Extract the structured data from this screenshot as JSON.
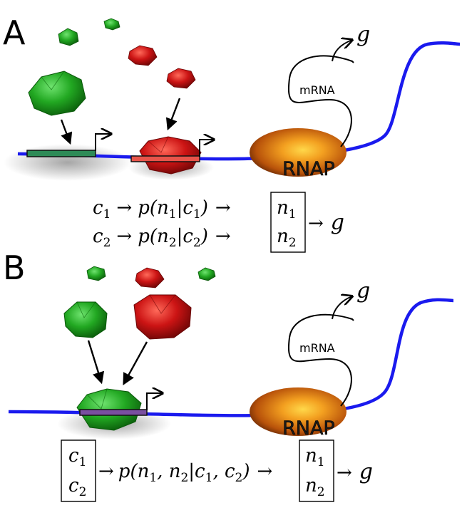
{
  "panels": {
    "A": {
      "label": "A",
      "mrna_label": "mRNA",
      "rnap_label": "RNAP",
      "output_label": "g",
      "eq_line1": {
        "c": "c",
        "c_sub": "1",
        "arrow": "→",
        "p": "p(n",
        "n_sub": "1",
        "bar": "|c",
        "c2_sub": "1",
        "close": ")",
        "arrow2": "→"
      },
      "eq_line2": {
        "c": "c",
        "c_sub": "2",
        "arrow": "→",
        "p": "p(n",
        "n_sub": "2",
        "bar": "|c",
        "c2_sub": "2",
        "close": ")",
        "arrow2": "→"
      },
      "box": {
        "n1": "n",
        "n1_sub": "1",
        "n2": "n",
        "n2_sub": "2"
      },
      "result": {
        "arrow": "→",
        "g": "g"
      }
    },
    "B": {
      "label": "B",
      "mrna_label": "mRNA",
      "rnap_label": "RNAP",
      "output_label": "g",
      "left_box": {
        "c1": "c",
        "c1_sub": "1",
        "c2": "c",
        "c2_sub": "2"
      },
      "eq": {
        "arrow": "→",
        "p": "p(n",
        "s1": "1",
        "comma": ", n",
        "s2": "2",
        "bar": "|c",
        "s3": "1",
        "comma2": ", c",
        "s4": "2",
        "close": ")",
        "arrow2": "→"
      },
      "right_box": {
        "n1": "n",
        "n1_sub": "1",
        "n2": "n",
        "n2_sub": "2"
      },
      "result": {
        "arrow": "→",
        "g": "g"
      }
    }
  },
  "colors": {
    "dna": "#1a1aee",
    "green": "#22aa22",
    "red": "#cc1111",
    "rnap": "#e07a10",
    "site_green": "#2e8b57",
    "site_red": "#e8544a",
    "site_purple": "#7a4fa0"
  }
}
